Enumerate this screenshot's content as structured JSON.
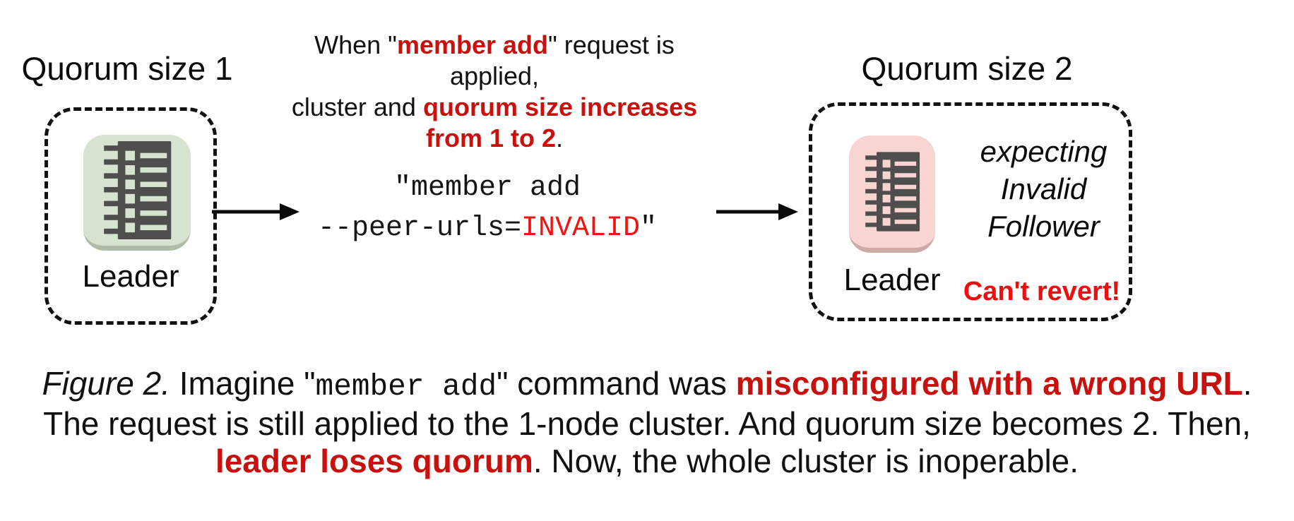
{
  "colors": {
    "red_bold_text": "#c8100d",
    "red_mono_invalid": "#f31111",
    "red_alert": "#ee0e0e",
    "node_green_bg": "#d5e3d0",
    "node_pink_bg": "#f8d4d2",
    "node_glyph": "#4e4e4c"
  },
  "left_cluster": {
    "title": "Quorum size 1",
    "node_label": "Leader"
  },
  "right_cluster": {
    "title": "Quorum size 2",
    "node_label": "Leader",
    "status_lines": [
      "expecting",
      "Invalid",
      "Follower"
    ],
    "alert": "Can't revert!"
  },
  "annotation": {
    "line1": [
      {
        "t": "When \"",
        "s": ""
      },
      {
        "t": "member add",
        "s": "b-red"
      },
      {
        "t": "\" request is applied,",
        "s": ""
      }
    ],
    "line2": [
      {
        "t": "cluster and ",
        "s": ""
      },
      {
        "t": "quorum size increases",
        "s": "b-red"
      }
    ],
    "line3": [
      {
        "t": "from 1 to 2",
        "s": "b-red"
      },
      {
        "t": ".",
        "s": ""
      }
    ]
  },
  "command": {
    "line1": [
      {
        "t": "\"member add",
        "s": ""
      }
    ],
    "line2": [
      {
        "t": "--peer-urls=",
        "s": ""
      },
      {
        "t": "INVALID",
        "s": "m-red"
      },
      {
        "t": "\"",
        "s": ""
      }
    ]
  },
  "caption": {
    "line1": [
      {
        "t": "Figure 2.",
        "s": "i"
      },
      {
        "t": " Imagine \"",
        "s": ""
      },
      {
        "t": "member add",
        "s": "mono"
      },
      {
        "t": "\" command was ",
        "s": ""
      },
      {
        "t": "misconfigured with a wrong URL",
        "s": "b-red"
      },
      {
        "t": ".",
        "s": ""
      }
    ],
    "line2": [
      {
        "t": "The request is still applied to the 1-node cluster. And quorum size becomes 2. Then,",
        "s": ""
      }
    ],
    "line3": [
      {
        "t": "leader loses quorum",
        "s": "b-red"
      },
      {
        "t": ". Now, the whole cluster is inoperable.",
        "s": ""
      }
    ]
  }
}
